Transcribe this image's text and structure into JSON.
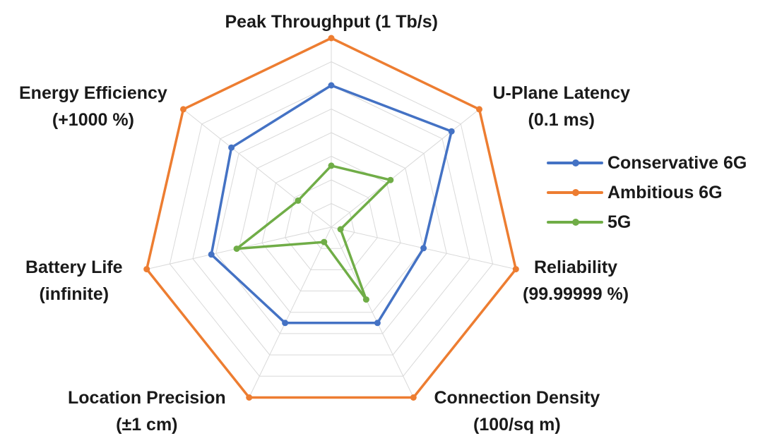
{
  "chart_data": {
    "type": "radar",
    "axes": [
      {
        "title": "Peak Throughput",
        "subtitle": "(1 Tb/s)"
      },
      {
        "title": "U-Plane Latency",
        "subtitle": "(0.1 ms)"
      },
      {
        "title": "Reliability",
        "subtitle": "(99.99999 %)"
      },
      {
        "title": "Connection Density",
        "subtitle": "(100/sq m)"
      },
      {
        "title": "Location Precision",
        "subtitle": "(±1 cm)"
      },
      {
        "title": "Battery Life",
        "subtitle": "(infinite)"
      },
      {
        "title": "Energy Efficiency",
        "subtitle": "(+1000 %)"
      }
    ],
    "rlim": [
      0,
      8
    ],
    "rings": 8,
    "series": [
      {
        "name": "Conservative 6G",
        "color": "#4472C4",
        "values": [
          6.0,
          6.5,
          4.0,
          4.5,
          4.5,
          5.2,
          5.4
        ]
      },
      {
        "name": "Ambitious 6G",
        "color": "#ED7D31",
        "values": [
          8,
          8,
          8,
          8,
          8,
          8,
          8
        ]
      },
      {
        "name": "5G",
        "color": "#70AD47",
        "values": [
          2.6,
          3.2,
          0.4,
          3.4,
          0.7,
          4.1,
          1.8
        ]
      }
    ],
    "legend_position": "right",
    "grid": true
  }
}
